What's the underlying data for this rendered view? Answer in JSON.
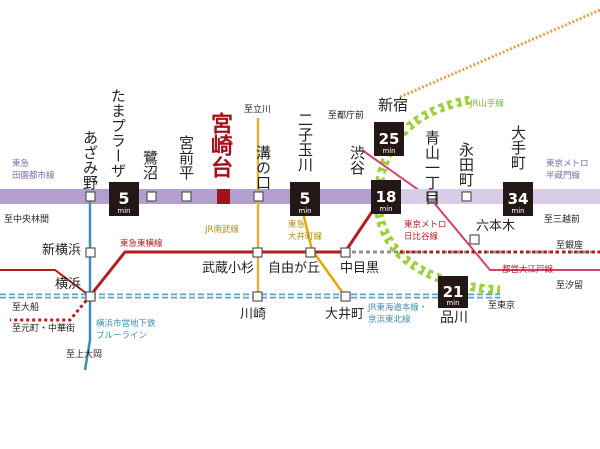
{
  "home_station": "宮崎台",
  "stations": {
    "azamino": "あざみ野",
    "tama_plaza": "たまプラーザ",
    "saginuma": "鷺沼",
    "miyamaedaira": "宮前平",
    "mizonokuchi": "溝の口",
    "futako_tamagawa": "二子玉川",
    "shibuya": "渋谷",
    "shinjuku": "新宿",
    "aoyama_itchome": "青山一丁目",
    "nagatacho": "永田町",
    "otemachi": "大手町",
    "shin_yokohama": "新横浜",
    "yokohama": "横浜",
    "musashi_kosugi": "武蔵小杉",
    "jiyugaoka": "自由が丘",
    "naka_meguro": "中目黒",
    "roppongi": "六本木",
    "kawasaki": "川崎",
    "oimachi": "大井町",
    "shinagawa": "品川"
  },
  "destinations": {
    "tachikawa": "至立川",
    "tochomae": "至都庁前",
    "chuo_rinkan": "至中央林間",
    "mitsukoshimae": "至三越前",
    "ginza": "至銀座",
    "shiodome": "至汐留",
    "ofuna": "至大船",
    "motomachi_chukagai": "至元町・中華街",
    "kamiooka": "至上大岡",
    "tokyo": "至東京"
  },
  "lines": {
    "denentoshi_1": "東急",
    "denentoshi_2": "田園都市線",
    "hanzomon_1": "東京メトロ",
    "hanzomon_2": "半蔵門線",
    "yamanote": "JR山手線",
    "nambu": "JR南武線",
    "oimachi_1": "東急",
    "oimachi_2": "大井町線",
    "toyoko": "東急東横線",
    "hibiya_1": "東京メトロ",
    "hibiya_2": "日比谷線",
    "oedo": "都営大江戸線",
    "tokaido_1": "JR東海道本線・",
    "tokaido_2": "京浜東北線",
    "blueline_1": "横浜市営地下鉄",
    "blueline_2": "ブルーライン"
  },
  "travel_times": [
    {
      "station": "tama_plaza",
      "minutes": "5",
      "unit": "min"
    },
    {
      "station": "futako_tamagawa",
      "minutes": "5",
      "unit": "min"
    },
    {
      "station": "shibuya",
      "minutes": "18",
      "unit": "min"
    },
    {
      "station": "shinjuku",
      "minutes": "25",
      "unit": "min"
    },
    {
      "station": "otemachi",
      "minutes": "34",
      "unit": "min"
    },
    {
      "station": "shinagawa",
      "minutes": "21",
      "unit": "min"
    }
  ],
  "colors": {
    "denentoshi": "#b39fcf",
    "hanzomon": "#d8cce6",
    "yamanote": "#9ccf3c",
    "toyoko": "#b71c1c",
    "hibiya": "#9a9a9a",
    "oedo": "#b3245a",
    "oimachi": "#e0a800",
    "nambu": "#e0c040",
    "tokaido": "#5ba3c8",
    "blueline": "#3d8fb0",
    "home": "#a3121c"
  }
}
